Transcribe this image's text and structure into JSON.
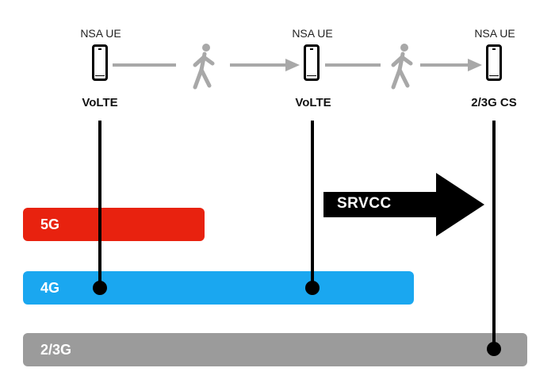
{
  "ues": [
    {
      "label": "NSA UE",
      "mode": "VoLTE"
    },
    {
      "label": "NSA UE",
      "mode": "VoLTE"
    },
    {
      "label": "NSA UE",
      "mode": "2/3G CS"
    }
  ],
  "handover": {
    "label": "SRVCC"
  },
  "bands": [
    {
      "label": "5G",
      "color": "#e8220f"
    },
    {
      "label": "4G",
      "color": "#1aa7f0"
    },
    {
      "label": "2/3G",
      "color": "#9b9b9b"
    }
  ],
  "colors": {
    "arrow": "#a8a8a8",
    "walker": "#a8a8a8",
    "line": "#000000"
  }
}
